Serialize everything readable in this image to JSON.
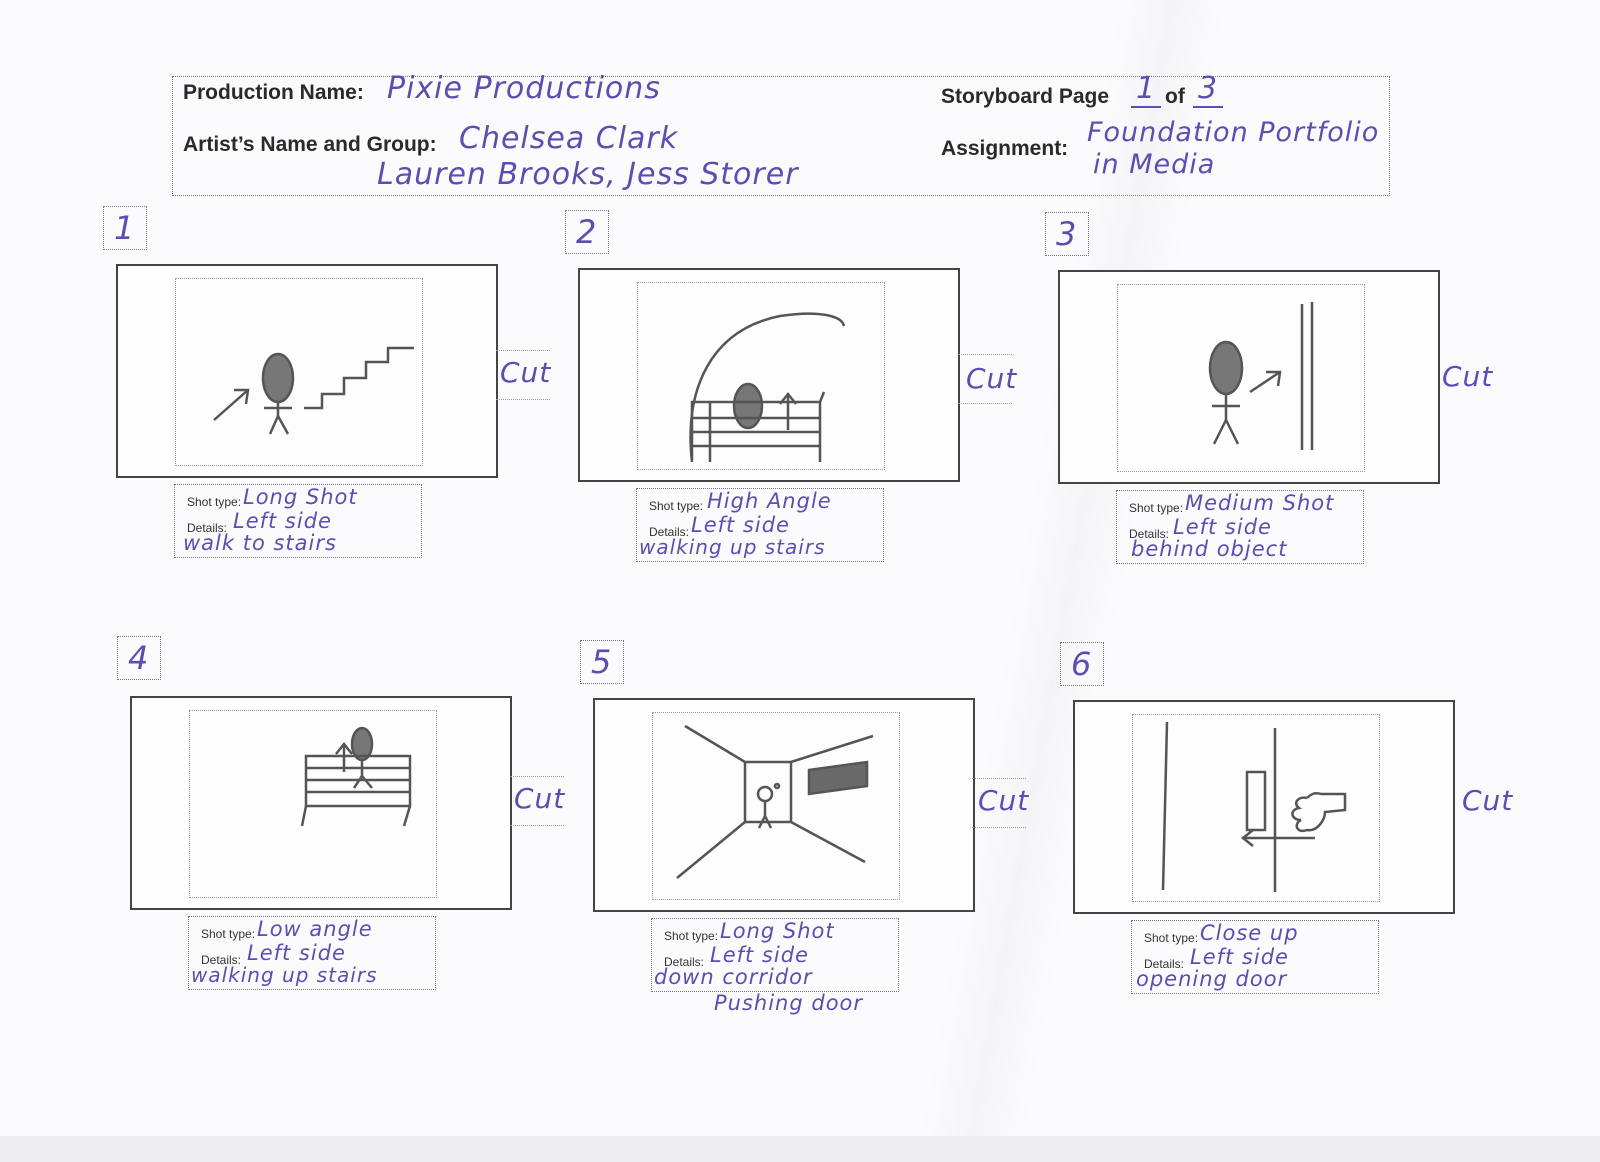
{
  "header": {
    "production_label": "Production Name:",
    "production_value": "Pixie Productions",
    "artist_label": "Artist’s Name and Group:",
    "artist_line1": "Chelsea Clark",
    "artist_line2": "Lauren Brooks, Jess Storer",
    "page_label": "Storyboard Page",
    "page_current": "1",
    "page_of": "of",
    "page_total": "3",
    "assignment_label": "Assignment:",
    "assignment_line1": "Foundation Portfolio",
    "assignment_line2": "in Media"
  },
  "labels": {
    "shot_type": "Shot type:",
    "details": "Details:"
  },
  "frames": [
    {
      "number": "1",
      "shot_type": "Long Shot",
      "details_line1": "Left side",
      "details_line2": "walk to stairs",
      "details_line3": "",
      "transition": "Cut"
    },
    {
      "number": "2",
      "shot_type": "High Angle",
      "details_line1": "Left side",
      "details_line2": "walking up stairs",
      "details_line3": "",
      "transition": "Cut"
    },
    {
      "number": "3",
      "shot_type": "Medium Shot",
      "details_line1": "Left side",
      "details_line2": "behind object",
      "details_line3": "",
      "transition": "Cut"
    },
    {
      "number": "4",
      "shot_type": "Low angle",
      "details_line1": "Left side",
      "details_line2": "walking up stairs",
      "details_line3": "",
      "transition": "Cut"
    },
    {
      "number": "5",
      "shot_type": "Long Shot",
      "details_line1": "Left side",
      "details_line2": "down corridor",
      "details_line3": "Pushing door",
      "transition": "Cut"
    },
    {
      "number": "6",
      "shot_type": "Close up",
      "details_line1": "Left side",
      "details_line2": "opening door",
      "details_line3": "",
      "transition": "Cut"
    }
  ],
  "colors": {
    "ink": "#5a4fb0",
    "pencil": "#555555"
  }
}
